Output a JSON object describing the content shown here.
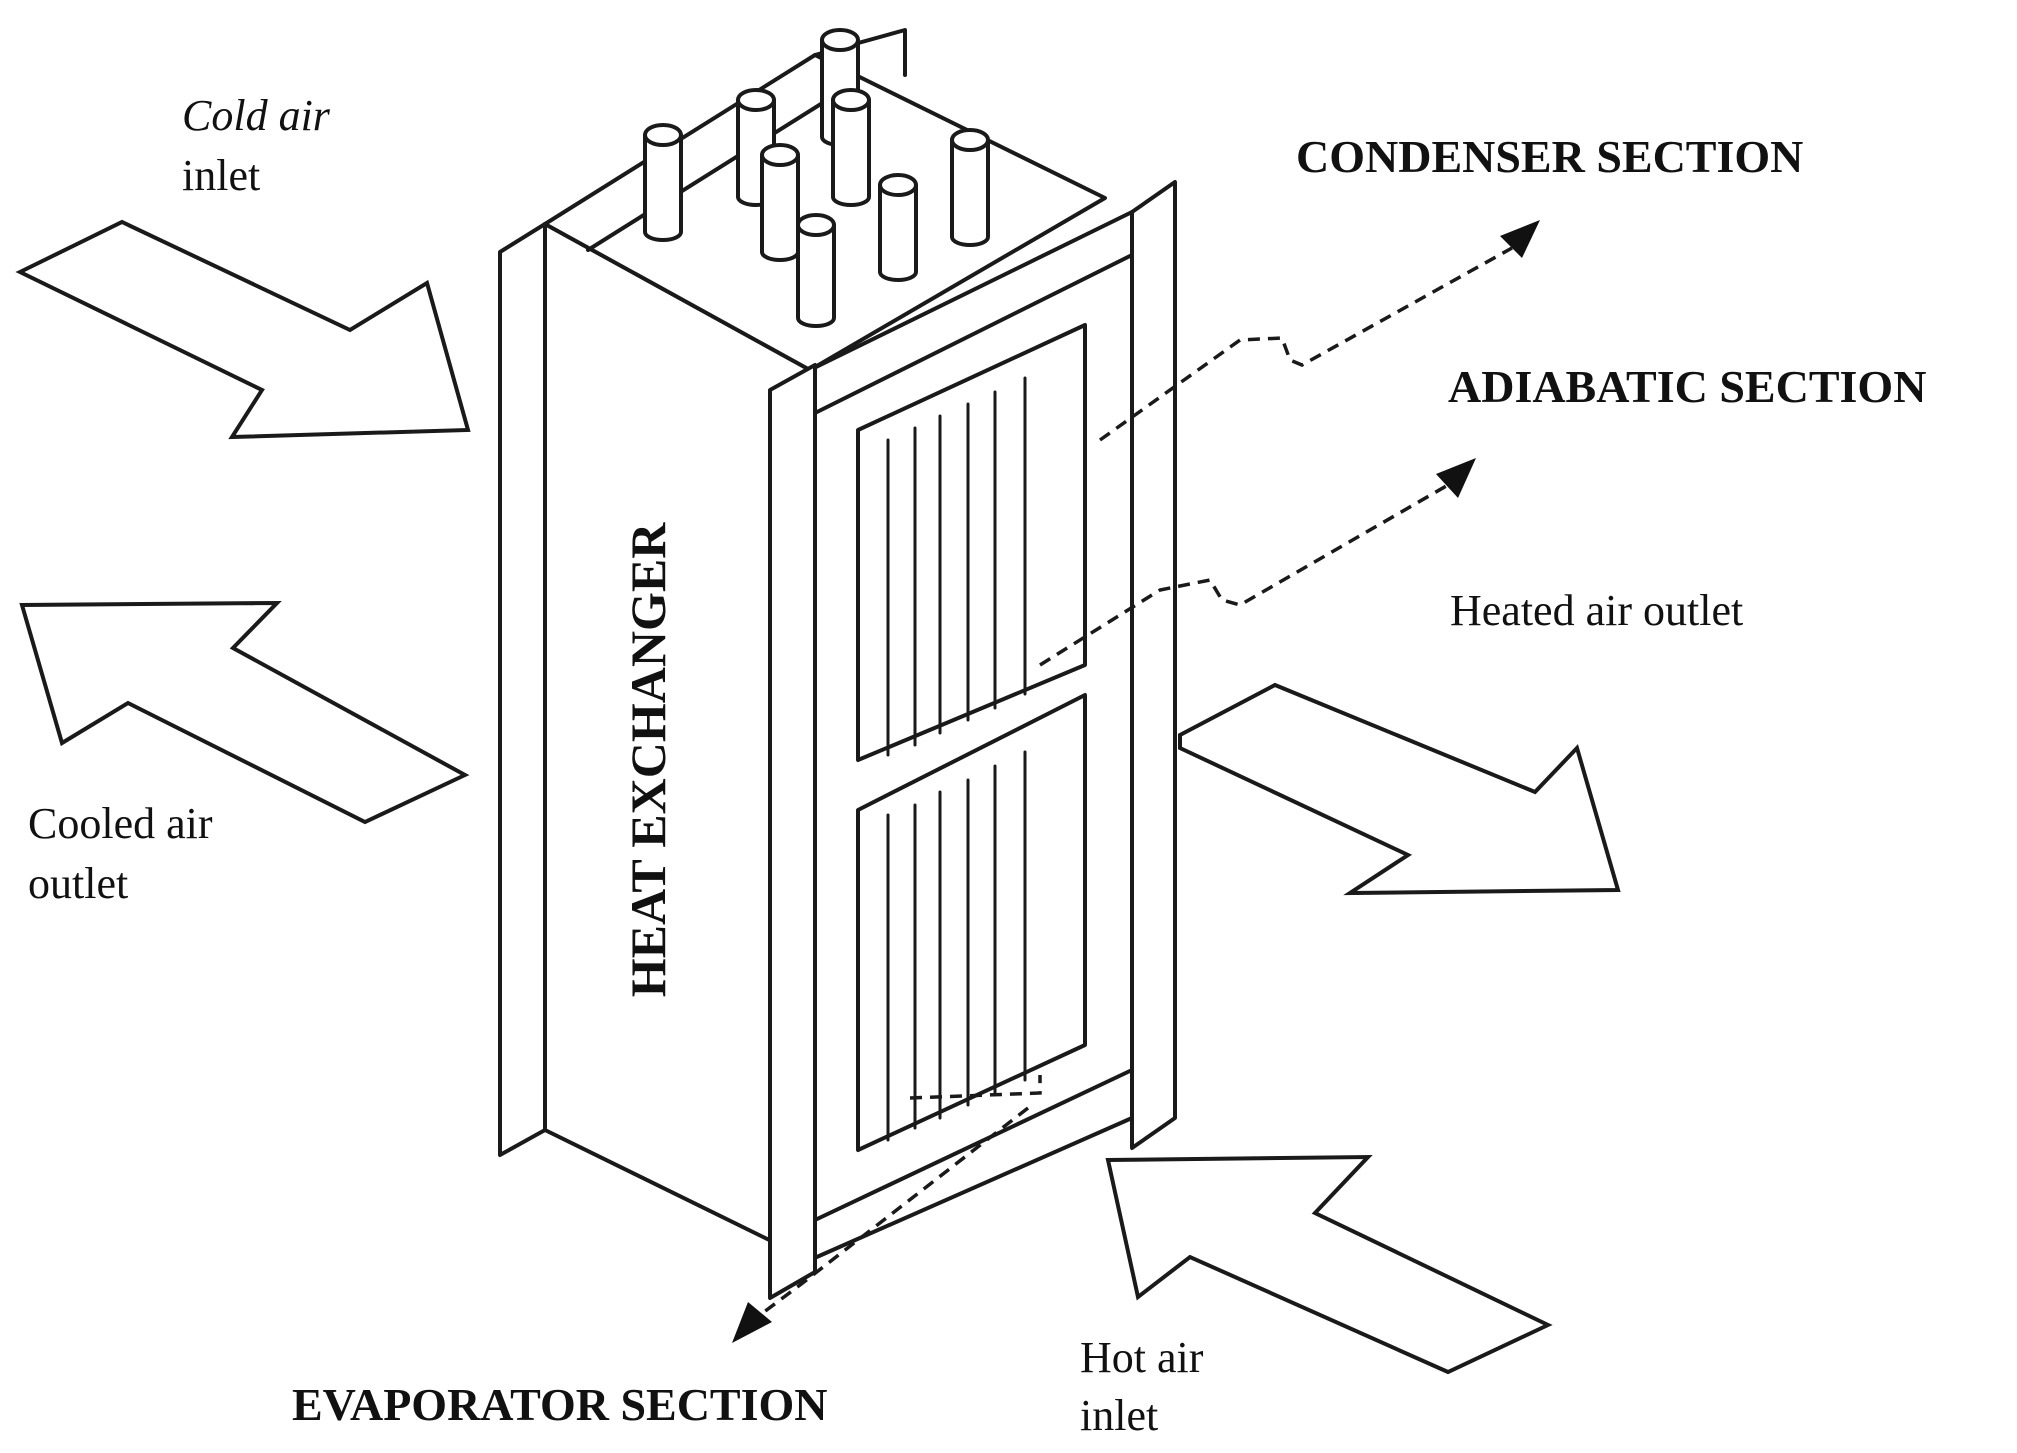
{
  "labels": {
    "cold_air_inlet_line1": "Cold air",
    "cold_air_inlet_line2": "inlet",
    "cooled_air_outlet_line1": "Cooled air",
    "cooled_air_outlet_line2": "outlet",
    "heated_air_outlet": "Heated air outlet",
    "hot_air_inlet_line1": "Hot air",
    "hot_air_inlet_line2": "inlet",
    "condenser_section": "CONDENSER SECTION",
    "adiabatic_section": "ADIABATIC SECTION",
    "evaporator_section": "EVAPORATOR SECTION",
    "heat_exchanger": "HEAT EXCHANGER"
  }
}
